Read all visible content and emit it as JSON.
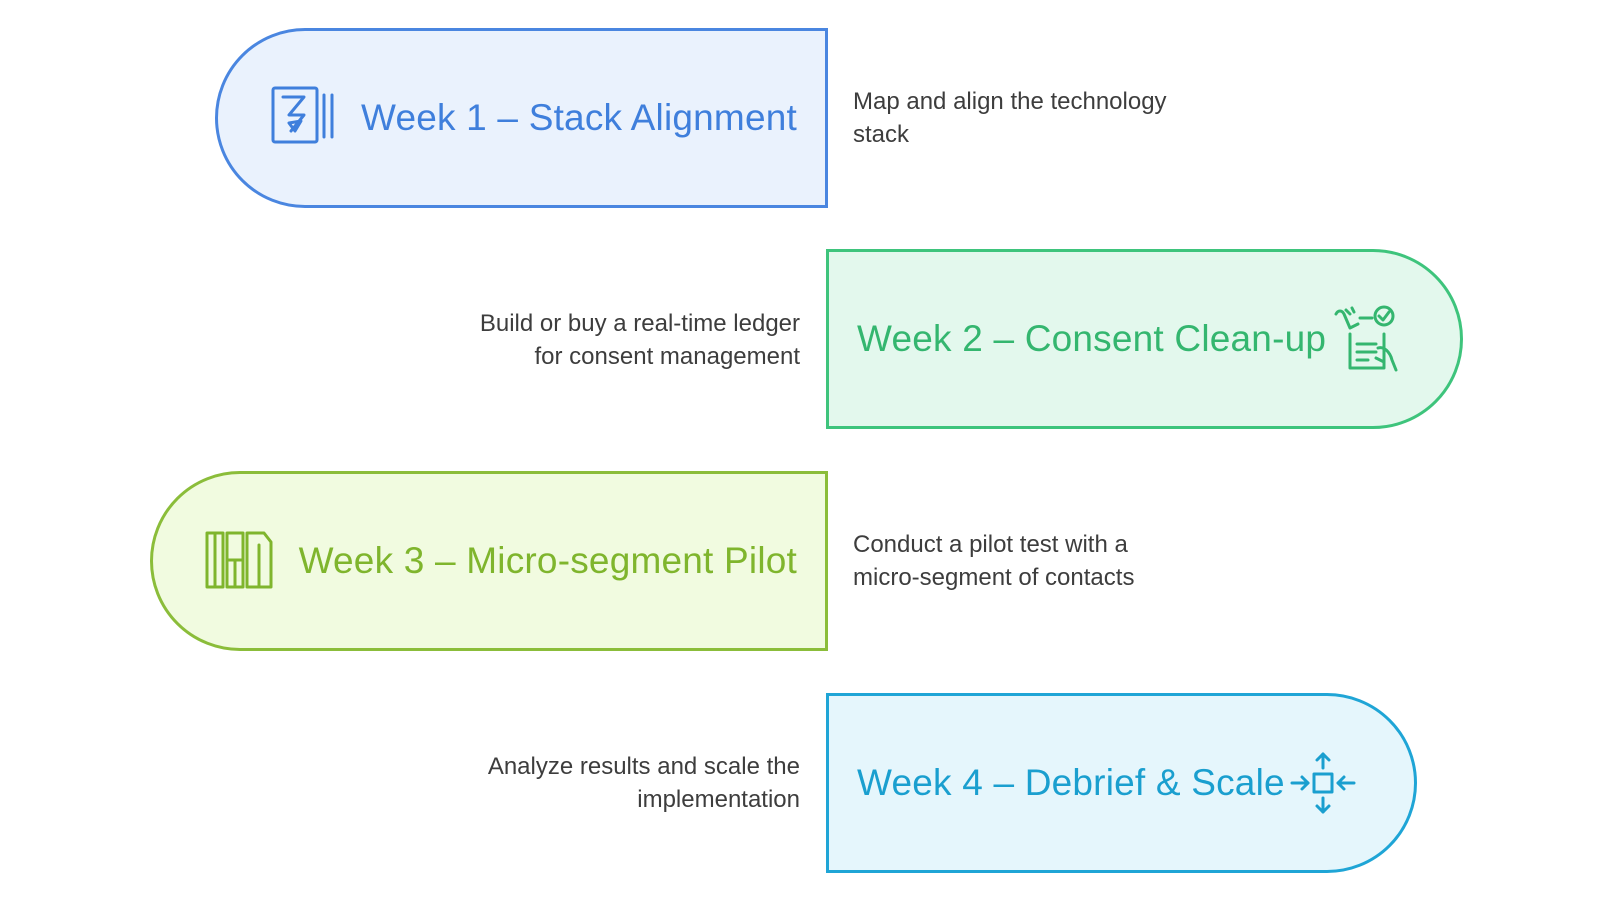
{
  "steps": [
    {
      "title": "Week 1 – Stack Alignment",
      "description_lines": [
        "Map and align the technology",
        "stack"
      ],
      "icon": "layers-document-icon",
      "color": "#4a86e0",
      "fill": "#eaf2fd"
    },
    {
      "title": "Week 2 – Consent Clean-up",
      "description_lines": [
        "Build or buy a real-time ledger",
        "for consent management"
      ],
      "icon": "signed-checklist-icon",
      "color": "#3ec47c",
      "fill": "#e3f8ed"
    },
    {
      "title": "Week 3 – Micro-segment Pilot",
      "description_lines": [
        "Conduct a pilot test with a",
        "micro-segment of contacts"
      ],
      "icon": "segmented-blocks-icon",
      "color": "#8bbd3a",
      "fill": "#f1fbe0"
    },
    {
      "title": "Week 4 – Debrief & Scale",
      "description_lines": [
        "Analyze results and scale the",
        "implementation"
      ],
      "icon": "expand-arrows-icon",
      "color": "#1fa5d6",
      "fill": "#e5f6fc"
    }
  ]
}
